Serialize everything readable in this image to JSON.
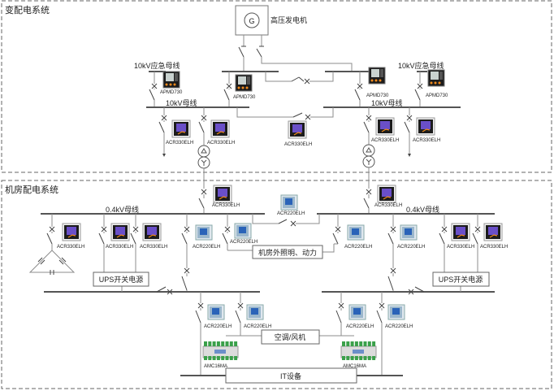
{
  "sections": {
    "substation": "变配电系统",
    "machine_room": "机房配电系统"
  },
  "generator": {
    "symbol": "G",
    "label": "高压发电机"
  },
  "buses": {
    "emergency_10kv": "10kV应急母线",
    "main_10kv": "10kV母线",
    "low_04kv": "0.4kV母线"
  },
  "models": {
    "apmd730": "APMD730",
    "acr330elh": "ACR330ELH",
    "acr220elh": "ACR220ELH",
    "amc16ma": "AMC16MA"
  },
  "loads": {
    "ups": "UPS开关电源",
    "outdoor_lighting": "机房外照明、动力",
    "hvac": "空调/风机",
    "it": "IT设备"
  },
  "colors": {
    "line": "#8c8c8c",
    "bus": "#555555",
    "border": "#666666",
    "meter_dark": "#1c1c1c",
    "meter_screen": "#6a4fc8",
    "meter_accent": "#f08a1c",
    "meter_light": "#9bb7cc",
    "module_green": "#3aa04a"
  }
}
